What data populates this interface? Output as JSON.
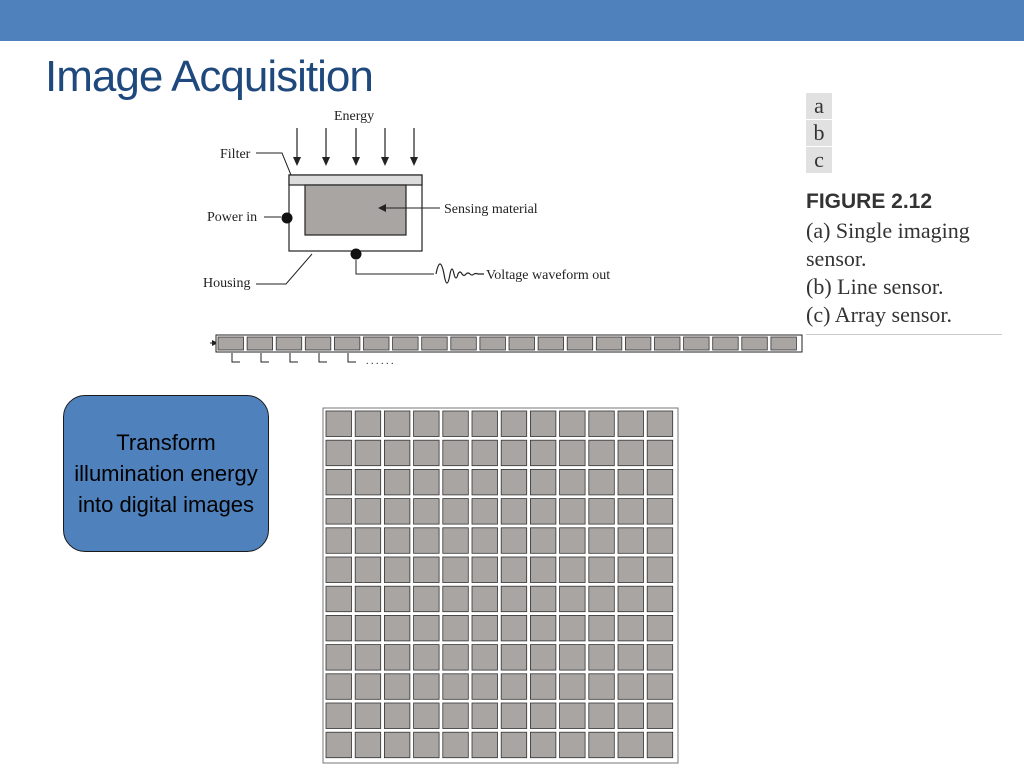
{
  "slide": {
    "title": "Image Acquisition",
    "callout": "Transform illumination energy into digital images",
    "colors": {
      "bar": "#4f81bd",
      "title": "#1f497d",
      "callout_fill": "#4f81bd"
    }
  },
  "figure": {
    "panel_letters": [
      "a",
      "b",
      "c"
    ],
    "label": "FIGURE 2.12",
    "caption_lines": [
      "(a) Single imaging",
      "sensor.",
      "(b) Line sensor.",
      "(c) Array sensor."
    ],
    "single_sensor": {
      "energy": "Energy",
      "filter": "Filter",
      "power_in": "Power in",
      "sensing_material": "Sensing material",
      "housing": "Housing",
      "voltage_out": "Voltage waveform out"
    },
    "line_sensor": {
      "ellipsis": ". . . . . ."
    },
    "array_sensor": {
      "rows": 12,
      "cols": 12
    }
  }
}
